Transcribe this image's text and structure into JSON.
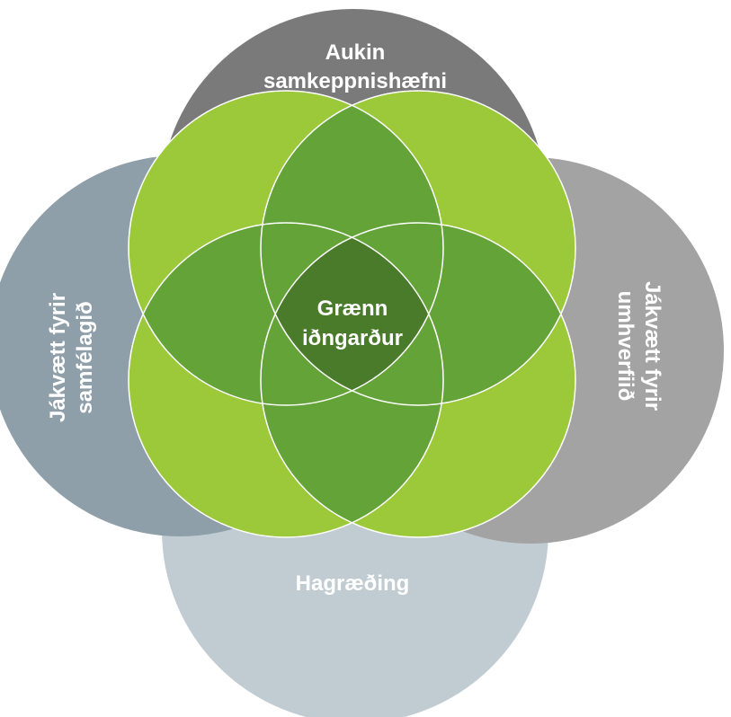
{
  "diagram": {
    "outer_circles": {
      "top": {
        "line1": "Aukin",
        "line2": "samkeppnishæfni",
        "color": "#7a7a7a"
      },
      "left": {
        "line1": "Jákvætt fyrir",
        "line2": "samfélagið",
        "color": "#8e9fa9"
      },
      "right": {
        "line1": "Jákvætt fyrir",
        "line2": "umhverfiið",
        "color": "#a3a3a3"
      },
      "bottom": {
        "label": "Hagræðing",
        "color": "#c1ccd2"
      }
    },
    "center": {
      "line1": "Grænn",
      "line2": "iðngarður",
      "color": "#4a7b2b"
    },
    "green_colors": {
      "petal": "#9bc93a",
      "lens": "#63a337",
      "stroke": "#ffffff"
    }
  }
}
